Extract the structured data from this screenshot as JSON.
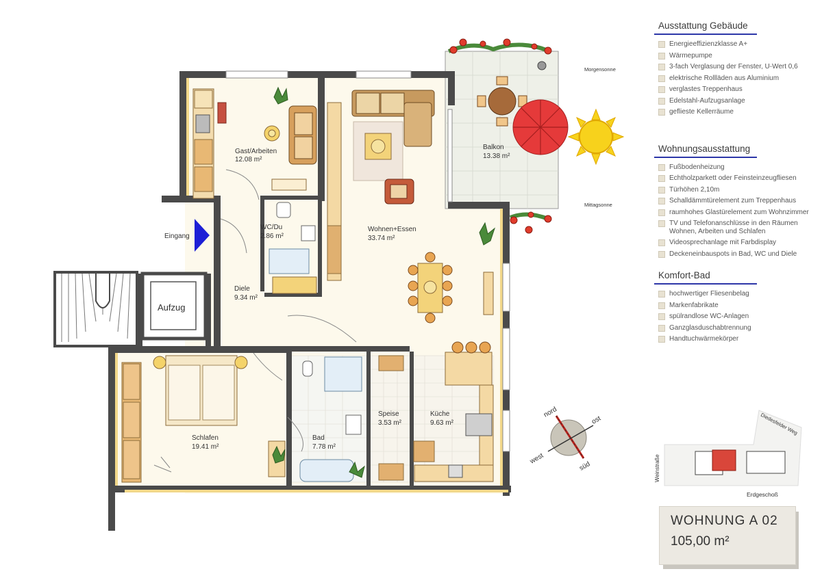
{
  "rooms": [
    {
      "name": "Gast/Arbeiten",
      "area": "12.08 m²"
    },
    {
      "name": "WC/Du",
      "area": "2.86 m²"
    },
    {
      "name": "Wohnen+Essen",
      "area": "33.74 m²"
    },
    {
      "name": "Balkon",
      "area": "13.38 m²"
    },
    {
      "name": "Diele",
      "area": "9.34 m²"
    },
    {
      "name": "Schlafen",
      "area": "19.41 m²"
    },
    {
      "name": "Bad",
      "area": "7.78 m²"
    },
    {
      "name": "Speise",
      "area": "3.53 m²"
    },
    {
      "name": "Küche",
      "area": "9.63 m²"
    }
  ],
  "labels": {
    "entrance": "Eingang",
    "elevator": "Aufzug",
    "morning_sun": "Morgensonne",
    "noon_sun": "Mittagsonne"
  },
  "compass": {
    "north": "nord",
    "east": "ost",
    "south": "süd",
    "west": "west"
  },
  "site_map": {
    "street_weinstrasse": "Weinstraße",
    "street_diedesfelder": "Diedesfelder Weg",
    "floor": "Erdgeschoß"
  },
  "sidebar": {
    "sections": [
      {
        "title": "Ausstattung Gebäude",
        "items": [
          "Energieeffizienzklasse A+",
          "Wärmepumpe",
          "3-fach Verglasung der Fenster, U-Wert 0,6",
          "elektrische Rollläden aus Aluminium",
          "verglastes Treppenhaus",
          "Edelstahl-Aufzugsanlage",
          "geflieste Kellerräume"
        ]
      },
      {
        "title": "Wohnungsausstattung",
        "items": [
          "Fußbodenheizung",
          "Echtholzparkett oder Feinsteinzeugfliesen",
          "Türhöhen 2,10m",
          "Schalldämmtürelement zum Treppenhaus",
          "raumhohes Glastürelement zum Wohnzimmer",
          "TV und Telefonanschlüsse in den Räumen Wohnen, Arbeiten und Schlafen",
          "Videosprechanlage mit Farbdisplay",
          "Deckeneinbauspots in Bad, WC und Diele"
        ]
      },
      {
        "title": "Komfort-Bad",
        "items": [
          "hochwertiger Fliesenbelag",
          "Markenfabrikate",
          "spülrandlose WC-Anlagen",
          "Ganzglasduschabtrennung",
          "Handtuchwärmekörper"
        ]
      }
    ]
  },
  "apartment": {
    "title": "WOHNUNG  A 02",
    "area": "105,00 m²"
  },
  "colors": {
    "wall": "#4a4a4a",
    "floor": "#fdf9ec",
    "wall_accent": "#f2d88a",
    "entrance_arrow": "#1d1fd6",
    "sun": "#f7d21c",
    "umbrella": "#e53a3a"
  }
}
